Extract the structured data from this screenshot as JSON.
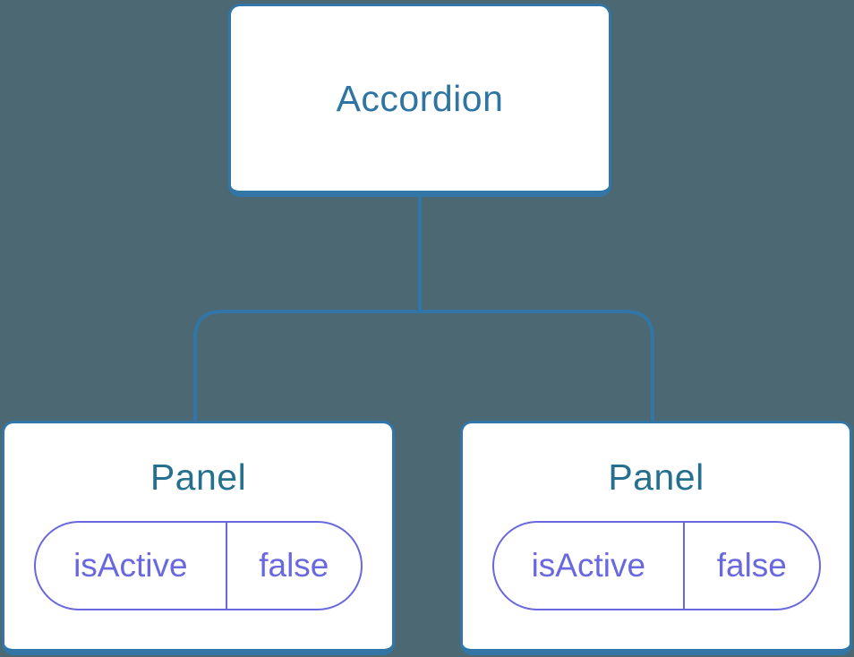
{
  "diagram": {
    "type": "component-tree",
    "root": {
      "label": "Accordion"
    },
    "panels": [
      {
        "label": "Panel",
        "state_key": "isActive",
        "state_value": "false"
      },
      {
        "label": "Panel",
        "state_key": "isActive",
        "state_value": "false"
      }
    ],
    "colors": {
      "background": "#4C6872",
      "node_fill": "#FFFFFF",
      "node_border": "#3176A6",
      "root_label": "#2E75A3",
      "panel_label": "#26708F",
      "state_accent": "#6A68DF"
    }
  }
}
